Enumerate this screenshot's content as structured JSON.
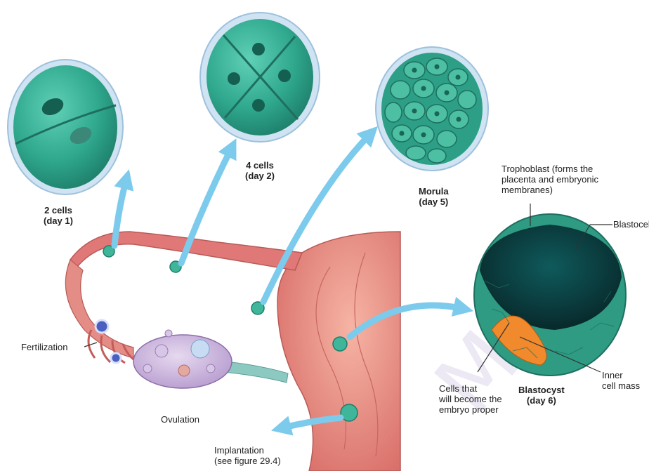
{
  "stages": {
    "two_cells": {
      "name": "2 cells",
      "day": "(day 1)"
    },
    "four_cells": {
      "name": "4 cells",
      "day": "(day 2)"
    },
    "morula": {
      "name": "Morula",
      "day": "(day 5)"
    },
    "blastocyst": {
      "name": "Blastocyst",
      "day": "(day 6)"
    }
  },
  "labels": {
    "trophoblast": [
      "Trophoblast (forms the",
      "placenta and embryonic",
      "membranes)"
    ],
    "blastocele": "Blastocele",
    "inner_cell_mass": [
      "Inner",
      "cell mass"
    ],
    "embryo_cells": [
      "Cells that",
      "will become the",
      "embryo proper"
    ],
    "fertilization": "Fertilization",
    "ovulation": "Ovulation",
    "implantation": [
      "Implantation",
      "(see figure 29.4)"
    ]
  },
  "watermark": "Mala",
  "colors": {
    "cell_teal": "#2fa88e",
    "zona_blue": "#bcd9ee",
    "arrow_blue": "#7ccbec",
    "tube_pink": "#e07878",
    "inner_mass_orange": "#f08a2c",
    "cavity_dark": "#0b3c40"
  }
}
